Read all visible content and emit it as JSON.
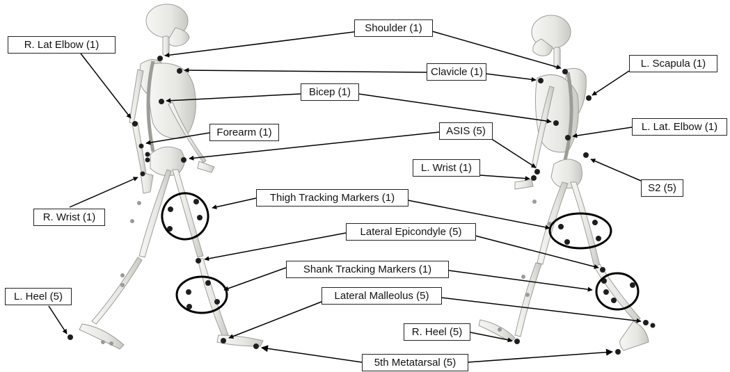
{
  "labels": {
    "shoulder": "Shoulder (1)",
    "r_lat_elbow": "R. Lat Elbow (1)",
    "clavicle": "Clavicle (1)",
    "l_scapula": "L. Scapula (1)",
    "bicep": "Bicep (1)",
    "forearm": "Forearm (1)",
    "asis": "ASIS (5)",
    "l_lat_elbow": "L. Lat. Elbow (1)",
    "l_wrist": "L. Wrist (1)",
    "s2": "S2 (5)",
    "r_wrist": "R. Wrist (1)",
    "thigh_markers": "Thigh Tracking Markers (1)",
    "lateral_epicondyle": "Lateral Epicondyle (5)",
    "shank_markers": "Shank Tracking Markers (1)",
    "l_heel": "L. Heel (5)",
    "lateral_malleolus": "Lateral Malleolus (5)",
    "r_heel": "R. Heel (5)",
    "fifth_metatarsal": "5th Metatarsal (5)"
  },
  "colors": {
    "bone": "#e9e9e6",
    "bone_edge": "#a9a9a4",
    "marker": "#1e1e1e",
    "marker_faint": "#9a9a98",
    "arrow": "#000000"
  }
}
